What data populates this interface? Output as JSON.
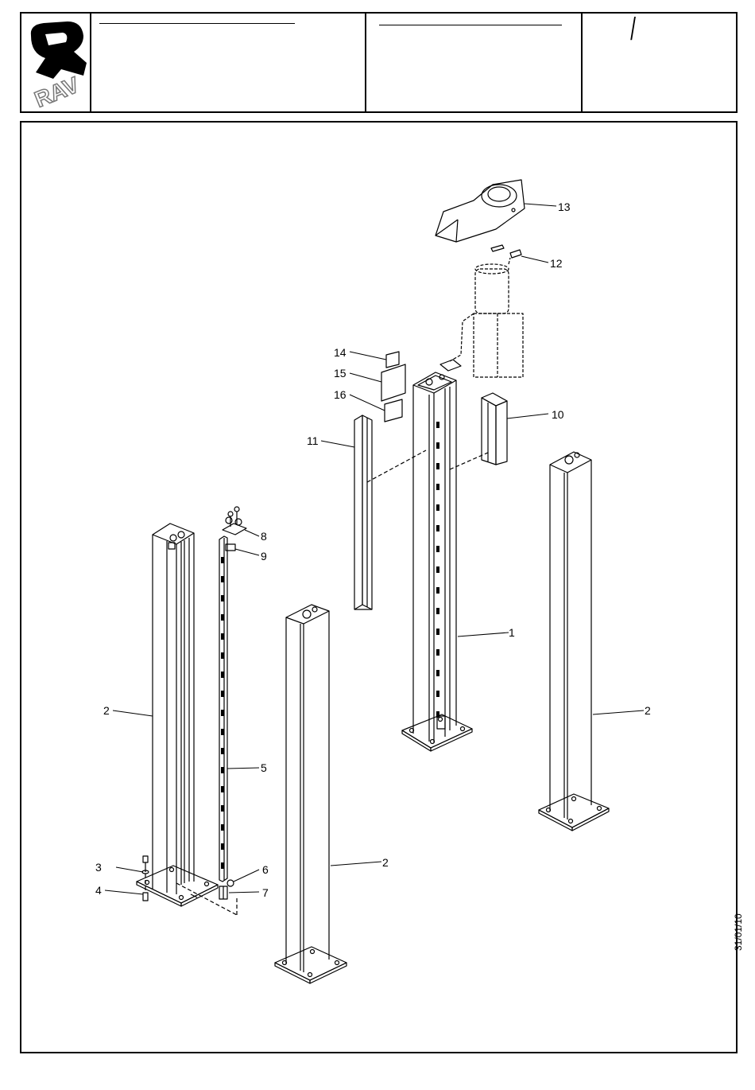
{
  "header": {
    "logo": {
      "text": "RAV"
    },
    "title_line_1": "",
    "title_line_2": "",
    "sheet_mark": "/"
  },
  "callouts": [
    "1",
    "2",
    "2",
    "2",
    "3",
    "4",
    "5",
    "6",
    "7",
    "8",
    "9",
    "10",
    "11",
    "12",
    "13",
    "14",
    "15",
    "16"
  ],
  "date_stamp": "31/01/10",
  "colors": {
    "line": "#000000",
    "background": "#ffffff"
  }
}
